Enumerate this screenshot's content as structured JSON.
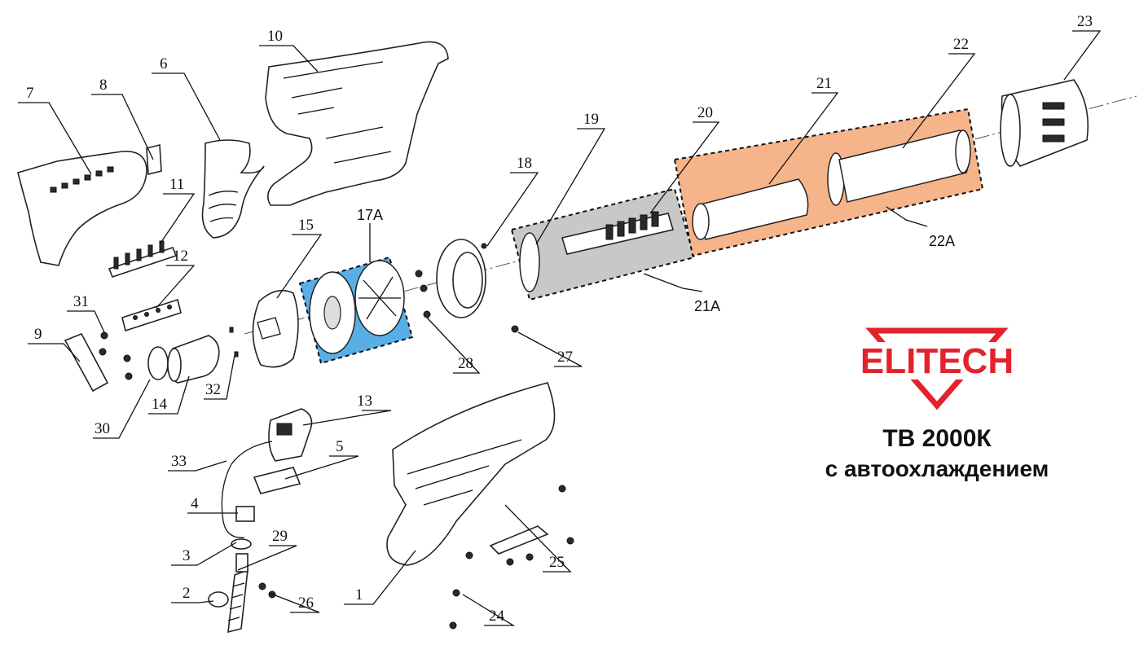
{
  "callouts": [
    {
      "id": "c10",
      "text": "10"
    },
    {
      "id": "c6",
      "text": "6"
    },
    {
      "id": "c7",
      "text": "7"
    },
    {
      "id": "c8",
      "text": "8"
    },
    {
      "id": "c11",
      "text": "11"
    },
    {
      "id": "c12",
      "text": "12"
    },
    {
      "id": "c15",
      "text": "15"
    },
    {
      "id": "c17A",
      "text": "17A"
    },
    {
      "id": "c18",
      "text": "18"
    },
    {
      "id": "c19",
      "text": "19"
    },
    {
      "id": "c20",
      "text": "20"
    },
    {
      "id": "c21",
      "text": "21"
    },
    {
      "id": "c22",
      "text": "22"
    },
    {
      "id": "c23",
      "text": "23"
    },
    {
      "id": "c22A",
      "text": "22A"
    },
    {
      "id": "c21A",
      "text": "21A"
    },
    {
      "id": "c31",
      "text": "31"
    },
    {
      "id": "c9",
      "text": "9"
    },
    {
      "id": "c30",
      "text": "30"
    },
    {
      "id": "c14",
      "text": "14"
    },
    {
      "id": "c32",
      "text": "32"
    },
    {
      "id": "c28",
      "text": "28"
    },
    {
      "id": "c27",
      "text": "27"
    },
    {
      "id": "c13",
      "text": "13"
    },
    {
      "id": "c33",
      "text": "33"
    },
    {
      "id": "c5",
      "text": "5"
    },
    {
      "id": "c4",
      "text": "4"
    },
    {
      "id": "c29",
      "text": "29"
    },
    {
      "id": "c3",
      "text": "3"
    },
    {
      "id": "c2",
      "text": "2"
    },
    {
      "id": "c26",
      "text": "26"
    },
    {
      "id": "c1",
      "text": "1"
    },
    {
      "id": "c24",
      "text": "24"
    },
    {
      "id": "c25",
      "text": "25"
    }
  ],
  "brand": {
    "name": "ELITECH",
    "color": "#e3222b"
  },
  "model": {
    "line1": "ТВ 2000К",
    "line2": "с автоохлаждением"
  },
  "highlight_colors": {
    "group_17A": "#5aaee6",
    "group_21A": "#c8c8c8",
    "group_22A": "#f6b48a"
  }
}
